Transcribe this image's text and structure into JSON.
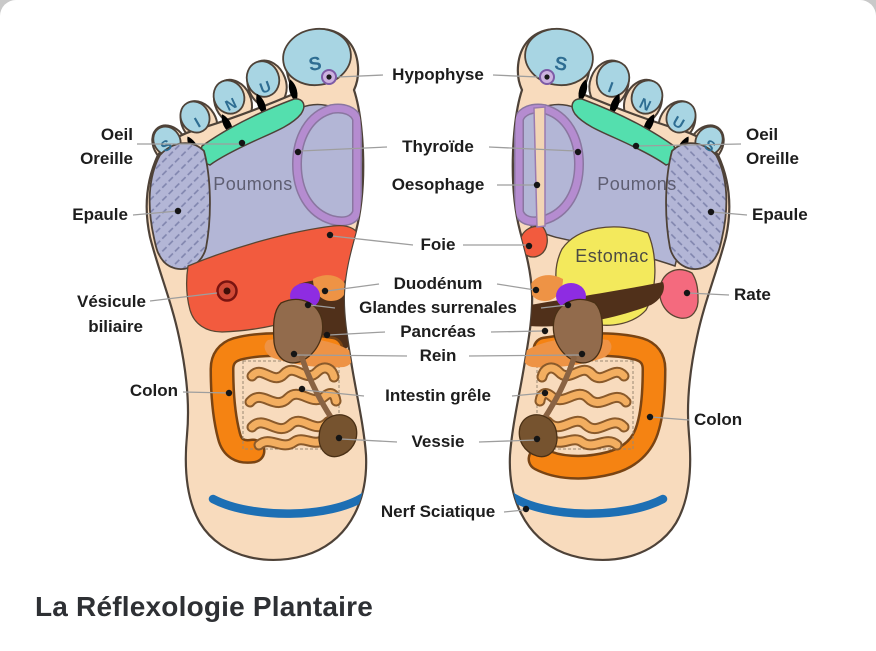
{
  "card": {
    "title": "La Réflexologie Plantaire"
  },
  "feet": {
    "toes_left": [
      "S",
      "I",
      "N",
      "U",
      "S"
    ],
    "toes_right": [
      "S",
      "I",
      "N",
      "U",
      "S"
    ],
    "zones": {
      "poumons_left": "Poumons",
      "poumons_right": "Poumons",
      "estomac": "Estomac"
    }
  },
  "labels": {
    "left": {
      "oeil": "Oeil",
      "oreille": "Oreille",
      "epaule": "Epaule",
      "vesicule_line1": "Vésicule",
      "vesicule_line2": "biliaire",
      "colon": "Colon"
    },
    "center": {
      "hypophyse": "Hypophyse",
      "thyroide": "Thyroïde",
      "oesophage": "Oesophage",
      "foie": "Foie",
      "duodenum": "Duodénum",
      "glandes_surrenales": "Glandes surrenales",
      "pancreas": "Pancréas",
      "rein": "Rein",
      "intestin_grele": "Intestin grêle",
      "vessie": "Vessie",
      "nerf_sciatique": "Nerf Sciatique"
    },
    "right": {
      "oeil": "Oeil",
      "oreille": "Oreille",
      "epaule": "Epaule",
      "rate": "Rate",
      "colon": "Colon"
    }
  },
  "colors": {
    "skin": "#F8DBBD",
    "outline": "#4E4238",
    "toe_cap": "#A8D5E3",
    "toe_letter": "#2E6D92",
    "eye_ear_zone": "#54DFAE",
    "lungs_zone": "#B3B6D6",
    "thyroid_band": "#B58CD0",
    "liver": "#F25B3E",
    "stomach": "#F3E95C",
    "spleen": "#F46A7E",
    "adrenal_gland": "#8E2CE2",
    "kidney": "#926B4C",
    "pancreas": "#50301A",
    "duodenum": "#EE9345",
    "colon": "#F58312",
    "intestine": "#F3AE60",
    "bladder": "#76532F",
    "sciatic_nerve": "#1D6FB4",
    "label_text": "#1D1D1D",
    "pointer_line": "#9E9E9E",
    "title_text": "#2E3034"
  }
}
